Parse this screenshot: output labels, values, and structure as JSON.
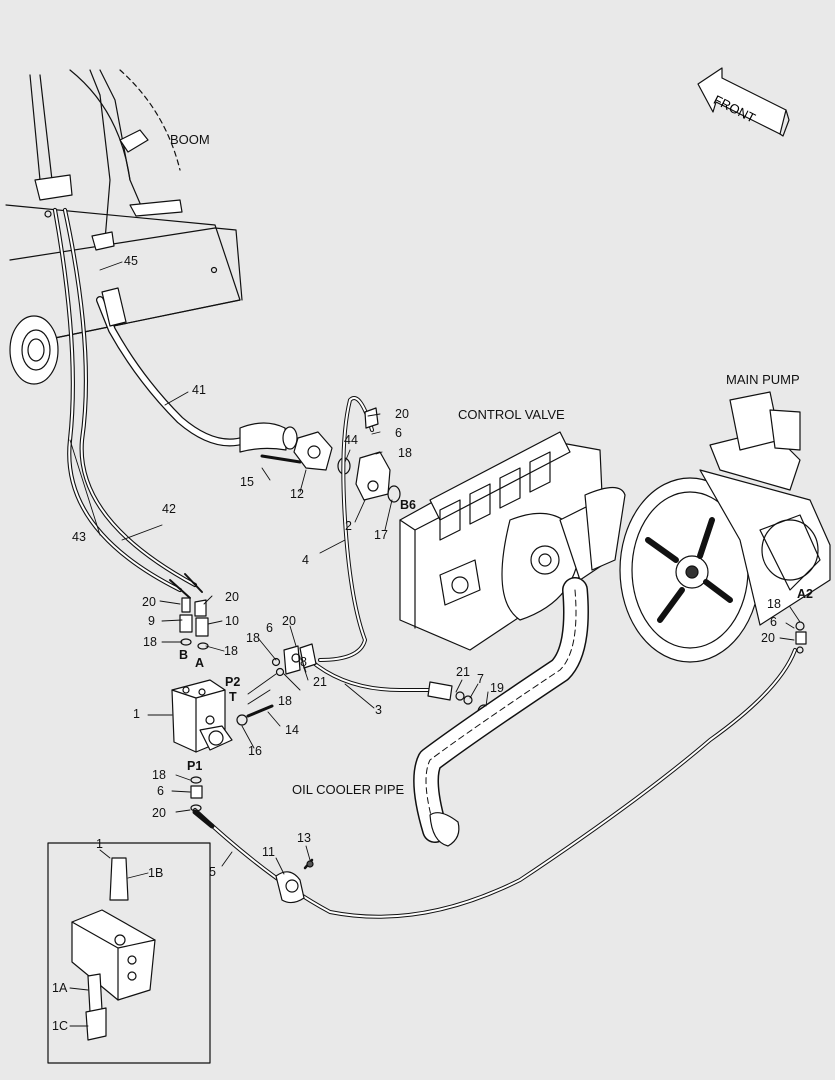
{
  "titles": {
    "boom": "BOOM",
    "control_valve": "CONTROL VALVE",
    "main_pump": "MAIN PUMP",
    "oil_cooler_pipe": "OIL COOLER PIPE",
    "front": "FRONT"
  },
  "callouts": {
    "c45": "45",
    "c41": "41",
    "c15": "15",
    "c12": "12",
    "c44": "44",
    "c2": "2",
    "c20a": "20",
    "c6a": "6",
    "c18a": "18",
    "c17": "17",
    "b6": "B6",
    "c4": "4",
    "c42": "42",
    "c43": "43",
    "c20b": "20",
    "c20c": "20",
    "c9": "9",
    "c10": "10",
    "c18b": "18",
    "c18c": "18",
    "b": "B",
    "a": "A",
    "c6b": "6",
    "c20d": "20",
    "c18d": "18",
    "p2": "P2",
    "t": "T",
    "c8": "8",
    "c21a": "21",
    "c18e": "18",
    "c1": "1",
    "c14": "14",
    "c16": "16",
    "c3": "3",
    "c21b": "21",
    "c7": "7",
    "c19": "19",
    "p1": "P1",
    "c18f": "18",
    "c6c": "6",
    "c20e": "20",
    "c5": "5",
    "c13": "13",
    "c11": "11",
    "a2": "A2",
    "c18g": "18",
    "c6d": "6",
    "c20f": "20",
    "inset_1": "1",
    "c1b": "1B",
    "c1a": "1A",
    "c1c": "1C"
  }
}
